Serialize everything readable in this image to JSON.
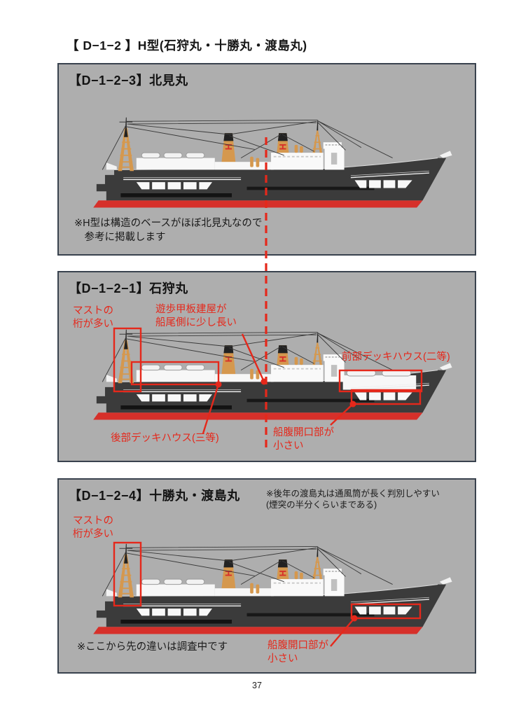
{
  "page": {
    "title": "【 D−1−2 】H型(石狩丸・十勝丸・渡島丸)",
    "page_number": "37"
  },
  "colors": {
    "annotation_red": "#e5281b",
    "panel_background": "#aeaeae",
    "panel_border": "#39424e",
    "hull_dark": "#3b3b3b",
    "boot_stripe_red": "#d6302a",
    "funnel_buff": "#d5984e",
    "superstructure_white": "#f7f7f7"
  },
  "panels": [
    {
      "header": "【D−1−2−3】北見丸",
      "note": "※H型は構造のベースがほぼ北見丸なので\n　参考に掲載します"
    },
    {
      "header": "【D−1−2−1】石狩丸",
      "labels": {
        "mast": "マストの\n桁が多い",
        "promenade": "遊歩甲板建屋が\n船尾側に少し長い",
        "front_deckhouse": "前部デッキハウス(二等)",
        "rear_deckhouse": "後部デッキハウス(三等)",
        "hull_opening": "船腹開口部が\n小さい"
      }
    },
    {
      "header": "【D−1−2−4】十勝丸・渡島丸",
      "note": "※後年の渡島丸は通風筒が長く判別しやすい\n(煙突の半分くらいまである)",
      "labels": {
        "mast": "マストの\n桁が多い",
        "hull_opening": "船腹開口部が\n小さい"
      },
      "bottom_note": "※ここから先の違いは調査中です"
    }
  ]
}
